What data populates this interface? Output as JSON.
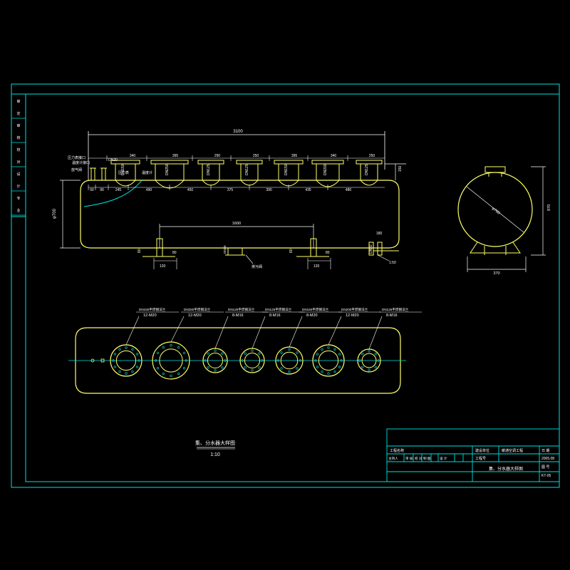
{
  "colors": {
    "background": "#000000",
    "frame": "#00e0e0",
    "vessel": "#ffff66",
    "dimension": "#ffffff",
    "callout": "#ffffff",
    "title_text": "#ffffff",
    "accent_text": "#ff66ff",
    "centerline": "#00e0e0"
  },
  "side_strip": [
    "审",
    "定",
    "审",
    "核",
    "校",
    "对",
    "设",
    "计",
    "专",
    "业"
  ],
  "front_view": {
    "overall_length": "3100",
    "top_spacings": [
      "340",
      "395",
      "290",
      "250",
      "395",
      "340",
      "250"
    ],
    "bottom_spacings": [
      "50",
      "90",
      "245",
      "490",
      "450",
      "375",
      "390",
      "435",
      "480"
    ],
    "nozzles": [
      "DN150",
      "DN250",
      "DN125",
      "DN125",
      "DN150",
      "DN200",
      "DN125"
    ],
    "height": "φ700",
    "top_right_dim": "150",
    "base_span": "1600",
    "support_width_left": "120",
    "support_width_right": "120",
    "leg_left": "80",
    "leg_mid": "80",
    "drain_height": "80",
    "drain_leg": "80",
    "right_leg": "DN32",
    "right_dim": "180",
    "slope": "1:50",
    "drain_label": "排污阀",
    "manhole_label": "DN50",
    "left_notes": [
      "压力表接口",
      "温度计接口",
      "DN20",
      "放气阀"
    ],
    "left_callouts": [
      "压力表",
      "温度计"
    ]
  },
  "side_view": {
    "diameter": "φ700",
    "height_dim": "870",
    "base_dim": "370"
  },
  "plan_view": {
    "flanges": [
      {
        "label": "DN150平焊钢法兰",
        "bolts": "12-M20"
      },
      {
        "label": "DN250平焊钢法兰",
        "bolts": "12-M20"
      },
      {
        "label": "DN125平焊钢法兰",
        "bolts": "8-M16"
      },
      {
        "label": "DN125平焊钢法兰",
        "bolts": "8-M16"
      },
      {
        "label": "DN150平焊钢法兰",
        "bolts": "8-M20"
      },
      {
        "label": "DN200平焊钢法兰",
        "bolts": "12-M20"
      },
      {
        "label": "DN125平焊钢法兰",
        "bolts": "8-M16"
      }
    ]
  },
  "caption": {
    "title": "集、分水器大样图",
    "scale": "1:10"
  },
  "title_block": {
    "unit_label": "工程名称",
    "project_label": "建设单位",
    "project_name": "暖通空调工程",
    "date_label": "日 期",
    "date_value": "2005.08",
    "drawing_label": "图 号",
    "drawing_value": "KT-05",
    "sheet_title": "集、分水器大样图",
    "job_label": "工程号",
    "roles": [
      "主持人",
      "审 核",
      "校 对",
      "制 图",
      "设 计"
    ]
  }
}
